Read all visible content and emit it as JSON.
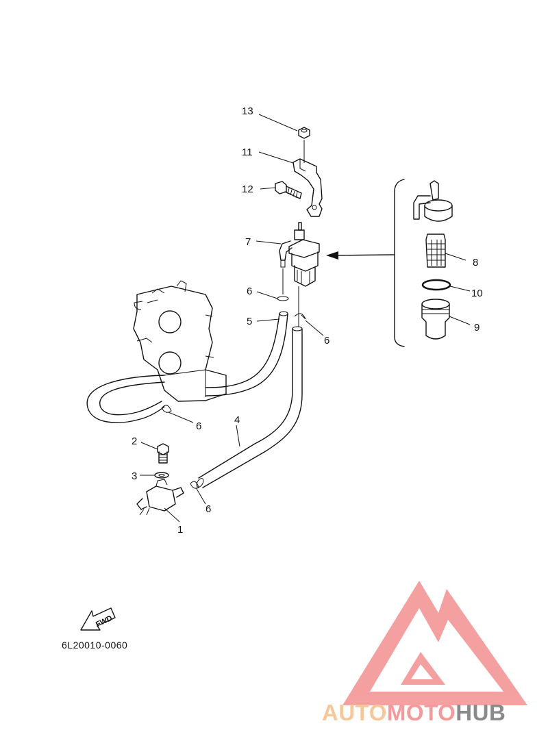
{
  "diagram": {
    "part_code": "6L20010-0060",
    "fwd_label": "FWD",
    "callouts": {
      "c1": "1",
      "c2": "2",
      "c3": "3",
      "c4": "4",
      "c5": "5",
      "c6a": "6",
      "c6b": "6",
      "c6c": "6",
      "c6d": "6",
      "c7": "7",
      "c8": "8",
      "c9": "9",
      "c10": "10",
      "c11": "11",
      "c12": "12",
      "c13": "13"
    }
  },
  "watermark": {
    "part1": "AUTO",
    "part2": "MOTO",
    "part3": "HUB",
    "colors": {
      "auto": "#f6c79a",
      "moto": "#f59a9a",
      "hub": "#8a8a8a",
      "logo": "#f39090"
    }
  }
}
